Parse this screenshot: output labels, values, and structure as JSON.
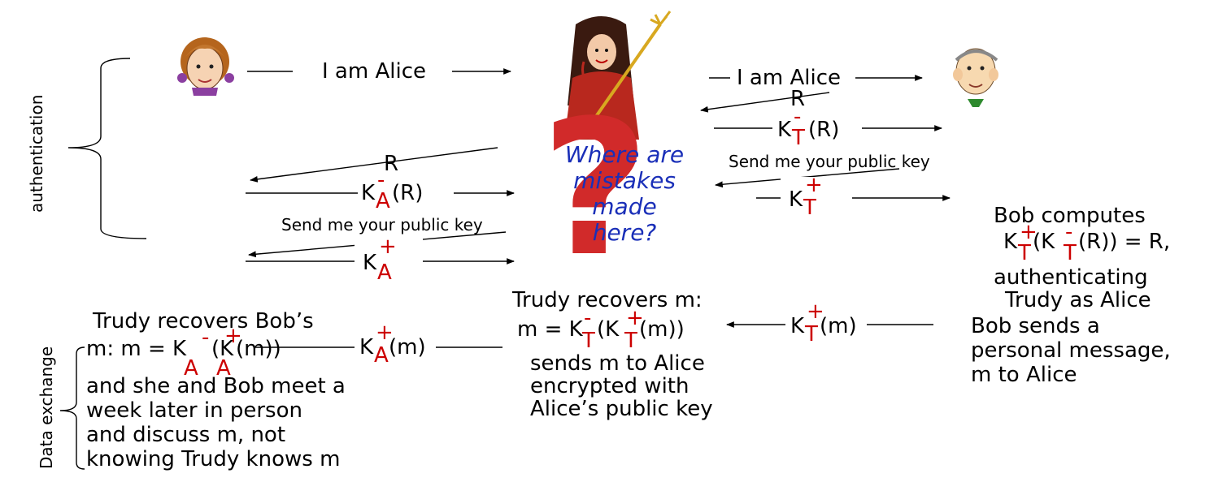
{
  "side_labels": {
    "authentication": "authentication",
    "data_exchange": "Data exchange"
  },
  "arrows": {
    "i_am_alice_1": "I am Alice",
    "i_am_alice_2": "I am Alice",
    "r_bob": "R",
    "k_minus_t_r": {
      "k": "K",
      "sign": "-",
      "sub": "T",
      "arg": "(R)"
    },
    "send_pubkey_bob": "Send me your public key",
    "k_plus_t": {
      "k": "K",
      "sign": "+",
      "sub": "T"
    },
    "r_alice": "R",
    "k_minus_a_r": {
      "k": "K",
      "sign": "-",
      "sub": "A",
      "arg": "(R)"
    },
    "send_pubkey_alice": "Send me your public key",
    "k_plus_a": {
      "k": "K",
      "sign": "+",
      "sub": "A"
    },
    "k_plus_t_m": {
      "k": "K",
      "sign": "+",
      "sub": "T",
      "arg": "(m)"
    },
    "k_plus_a_m": {
      "k": "K",
      "sign": "+",
      "sub": "A",
      "arg": "(m)"
    }
  },
  "question": [
    "Where are",
    "mistakes",
    "made",
    "here?"
  ],
  "bob_computes": {
    "line1": "Bob computes",
    "formula_k1": "K",
    "formula_s1": "+",
    "formula_t1": "T",
    "formula_mid": "(K",
    "formula_s2": "-",
    "formula_t2": "T",
    "formula_end": "(R)) =  R,",
    "line3": "authenticating",
    "line4": "Trudy as Alice"
  },
  "bob_sends": [
    "Bob sends a",
    "personal message,",
    "m to Alice"
  ],
  "trudy_recovers": {
    "line1": "Trudy recovers m:",
    "formula_a": "m = K",
    "s1": "-",
    "t1": "T",
    "formula_b": "(K",
    "s2": "+",
    "t2": "T",
    "formula_c": " (m))",
    "line3": "sends m to Alice",
    "line4": "encrypted with",
    "line5": "Alice’s public key"
  },
  "trudy_recovers_bob": {
    "line1": "Trudy recovers Bob’s",
    "formula_a": "m:   m = K",
    "s1": "-",
    "a1": "A",
    "formula_b": "(K",
    "s2": "+",
    "a2": "A",
    "formula_c": " (m))",
    "line3": "and she and Bob meet a",
    "line4": "week later in person",
    "line5": "and discuss m, not",
    "line6": "knowing Trudy knows m"
  },
  "colors": {
    "accent_red": "#cc0000",
    "question_blue": "#1a2fb8",
    "text": "#000000"
  }
}
